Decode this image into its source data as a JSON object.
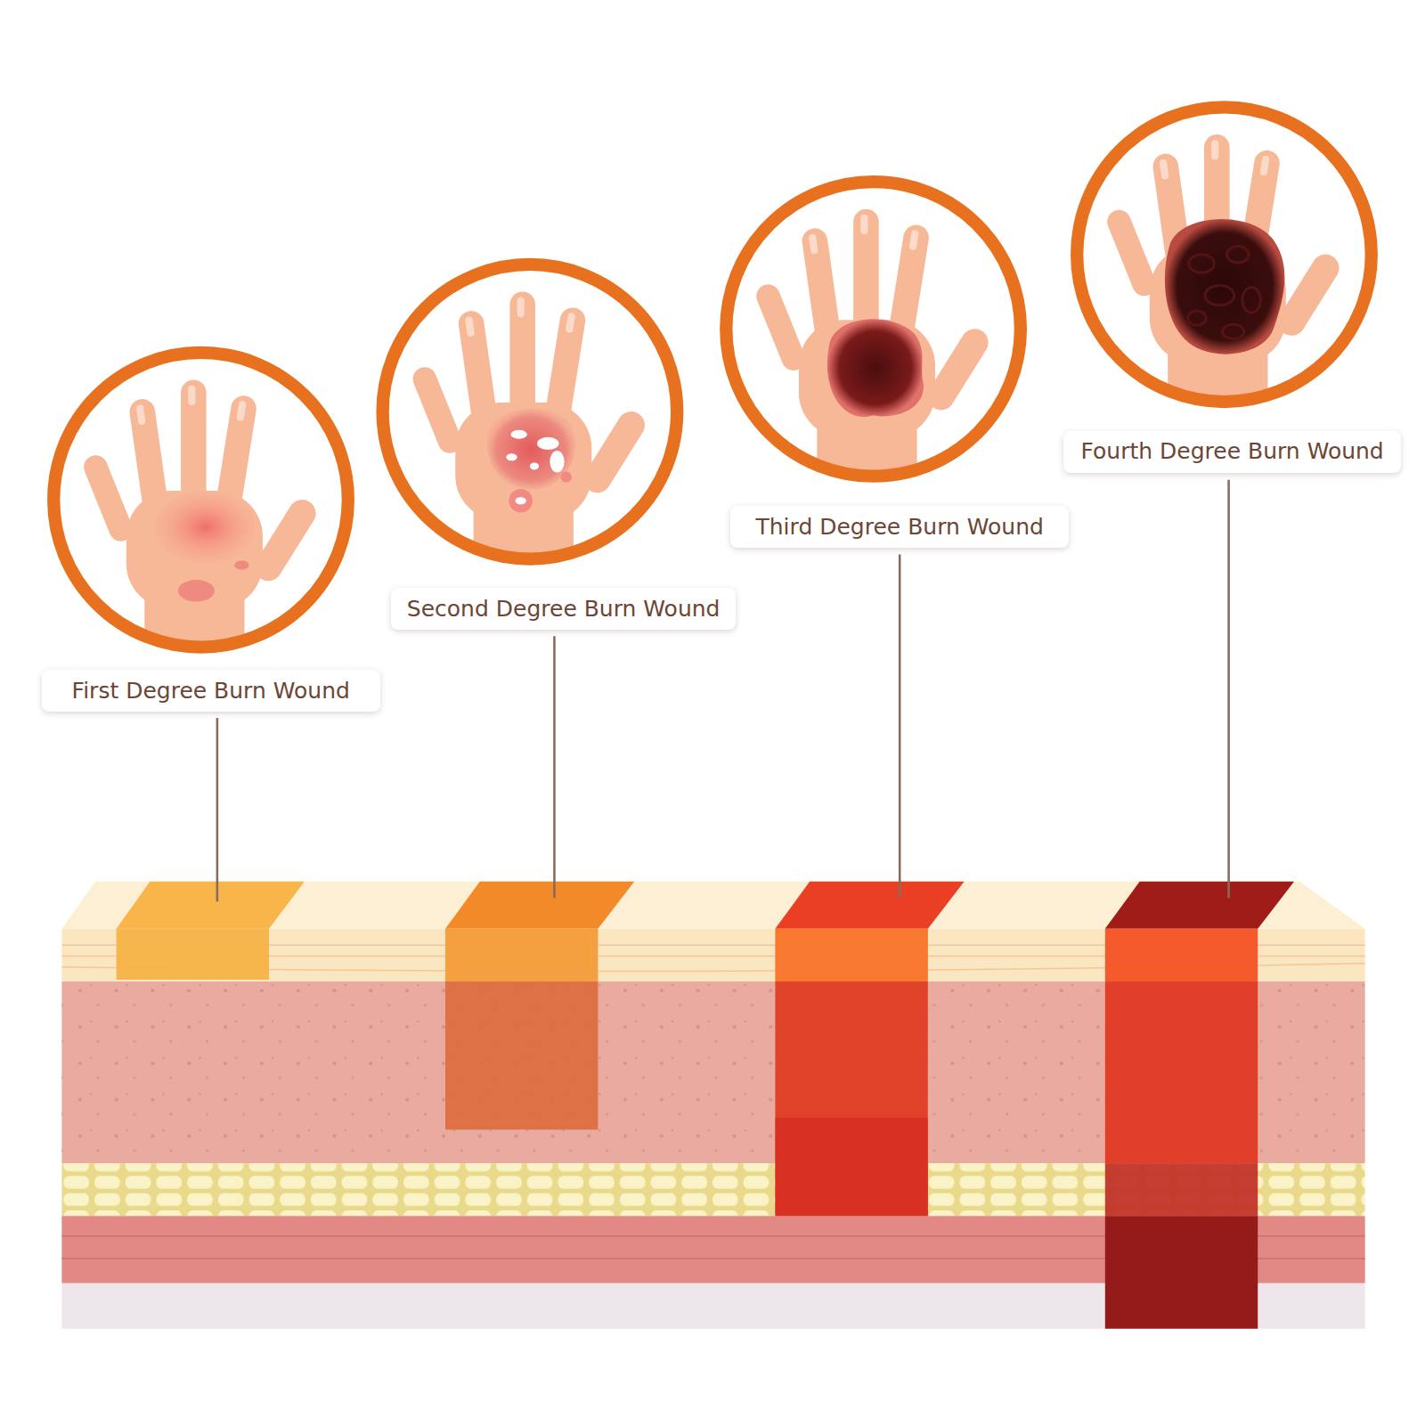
{
  "diagram": {
    "nodes": [
      {
        "text": [
          "First Degree Burn Wound"
        ]
      },
      {
        "text": [
          "Second Degree Burn Wound"
        ]
      },
      {
        "text": [
          "Third Degree Burn Wound"
        ]
      },
      {
        "text": [
          "Fourth Degree Burn Wound"
        ]
      }
    ]
  }
}
